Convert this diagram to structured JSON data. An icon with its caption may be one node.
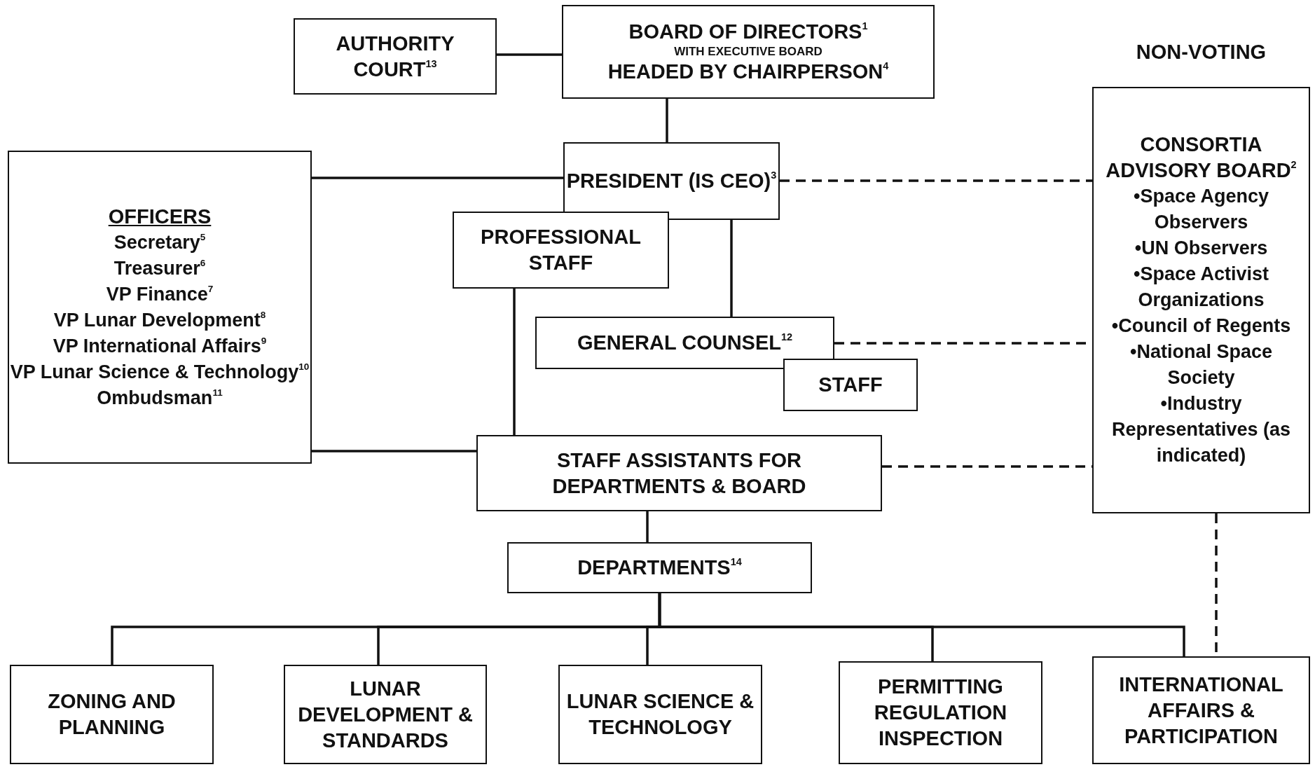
{
  "diagram": {
    "nodes": [
      {
        "text": [
          "AUTHORITY COURT$^{13}$"
        ]
      },
      {
        "text": [
          "BOARD OF DIRECTORS$^{1}$",
          "WITH EXECUTIVE BOARD",
          "HEADED BY CHAIRPERSON$^{4}$"
        ]
      },
      {
        "text": [
          "NON-VOTING",
          "CONSORTIA ADVISORY BOARD$^{2}$",
          "•Space Agency Observers",
          "•UN Observers",
          "•Space Activist Organizations",
          "•Council of Regents",
          "•National Space Society",
          "•Industry Representatives (as indicated)"
        ]
      },
      {
        "text": [
          "OFFICERS",
          "Secretary$^{5}$",
          "Treasurer$^{6}$",
          "VP Finance$^{7}$",
          "VP Lunar Development$^{8}$",
          "VP International Affairs$^{9}$",
          "VP Lunar Science & Technology$^{10}$",
          "Ombudsman$^{11}$"
        ]
      },
      {
        "text": [
          "PRESIDENT (IS CEO)$^{3}$"
        ]
      },
      {
        "text": [
          "PROFESSIONAL STAFF"
        ]
      },
      {
        "text": [
          "GENERAL COUNSEL$^{12}$"
        ]
      },
      {
        "text": [
          "STAFF"
        ]
      },
      {
        "text": [
          "STAFF ASSISTANTS FOR DEPARTMENTS & BOARD"
        ]
      },
      {
        "text": [
          "DEPARTMENTS$^{14}$"
        ]
      },
      {
        "text": [
          "ZONING AND PLANNING"
        ]
      },
      {
        "text": [
          "LUNAR DEVELOPMENT & STANDARDS"
        ]
      },
      {
        "text": [
          "LUNAR SCIENCE & TECHNOLOGY"
        ]
      },
      {
        "text": [
          "PERMITTING REGULATION INSPECTION"
        ]
      },
      {
        "text": [
          "INTERNATIONAL AFFAIRS & PARTICIPATION"
        ]
      }
    ],
    "edges": [
      {
        "from": 0,
        "to": 1,
        "arrow": "none"
      },
      {
        "from": 1,
        "to": 4,
        "arrow": "none"
      },
      {
        "from": 3,
        "to": 4,
        "arrow": "none"
      },
      {
        "from": 4,
        "to": 2,
        "arrow": "none",
        "style": "dashed"
      },
      {
        "from": 4,
        "to": 6,
        "arrow": "none"
      },
      {
        "from": 5,
        "to": 8,
        "arrow": "none"
      },
      {
        "from": 6,
        "to": 2,
        "arrow": "none",
        "style": "dashed"
      },
      {
        "from": 3,
        "to": 8,
        "arrow": "none"
      },
      {
        "from": 8,
        "to": 2,
        "arrow": "none",
        "style": "dashed"
      },
      {
        "from": 8,
        "to": 9,
        "arrow": "none"
      },
      {
        "from": 9,
        "to": 10,
        "arrow": "none"
      },
      {
        "from": 9,
        "to": 11,
        "arrow": "none"
      },
      {
        "from": 9,
        "to": 12,
        "arrow": "none"
      },
      {
        "from": 9,
        "to": 13,
        "arrow": "none"
      },
      {
        "from": 9,
        "to": 14,
        "arrow": "none"
      },
      {
        "from": 2,
        "to": 14,
        "arrow": "none",
        "style": "dashed"
      }
    ]
  }
}
